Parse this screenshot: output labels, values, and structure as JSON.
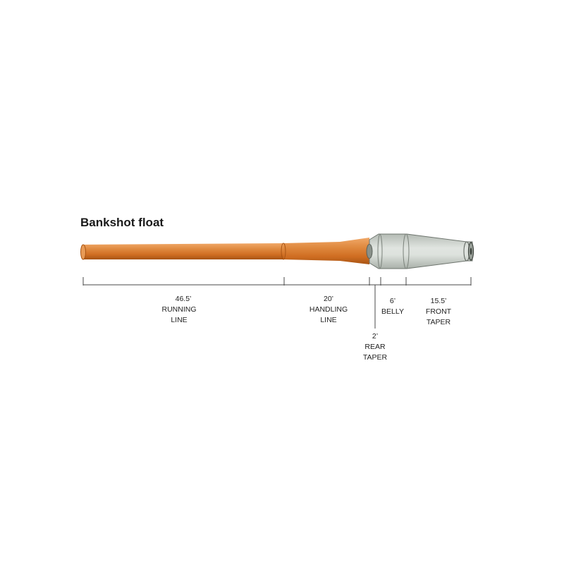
{
  "title": "Bankshot float",
  "colors": {
    "line_fill": "#d9782e",
    "line_dark": "#b45a1a",
    "line_light": "#f0a868",
    "head_fill": "#c2c9c2",
    "head_light": "#dde2dd",
    "head_stroke": "#6e756e",
    "tick": "#4a4a4a"
  },
  "segments": [
    {
      "length": "46.5’",
      "name_lines": [
        "RUNNING",
        "LINE"
      ]
    },
    {
      "length": "20’",
      "name_lines": [
        "HANDLING",
        "LINE"
      ]
    },
    {
      "length": "2’",
      "name_lines": [
        "REAR",
        "TAPER"
      ]
    },
    {
      "length": "6’",
      "name_lines": [
        "BELLY"
      ]
    },
    {
      "length": "15.5’",
      "name_lines": [
        "FRONT",
        "TAPER"
      ]
    }
  ]
}
